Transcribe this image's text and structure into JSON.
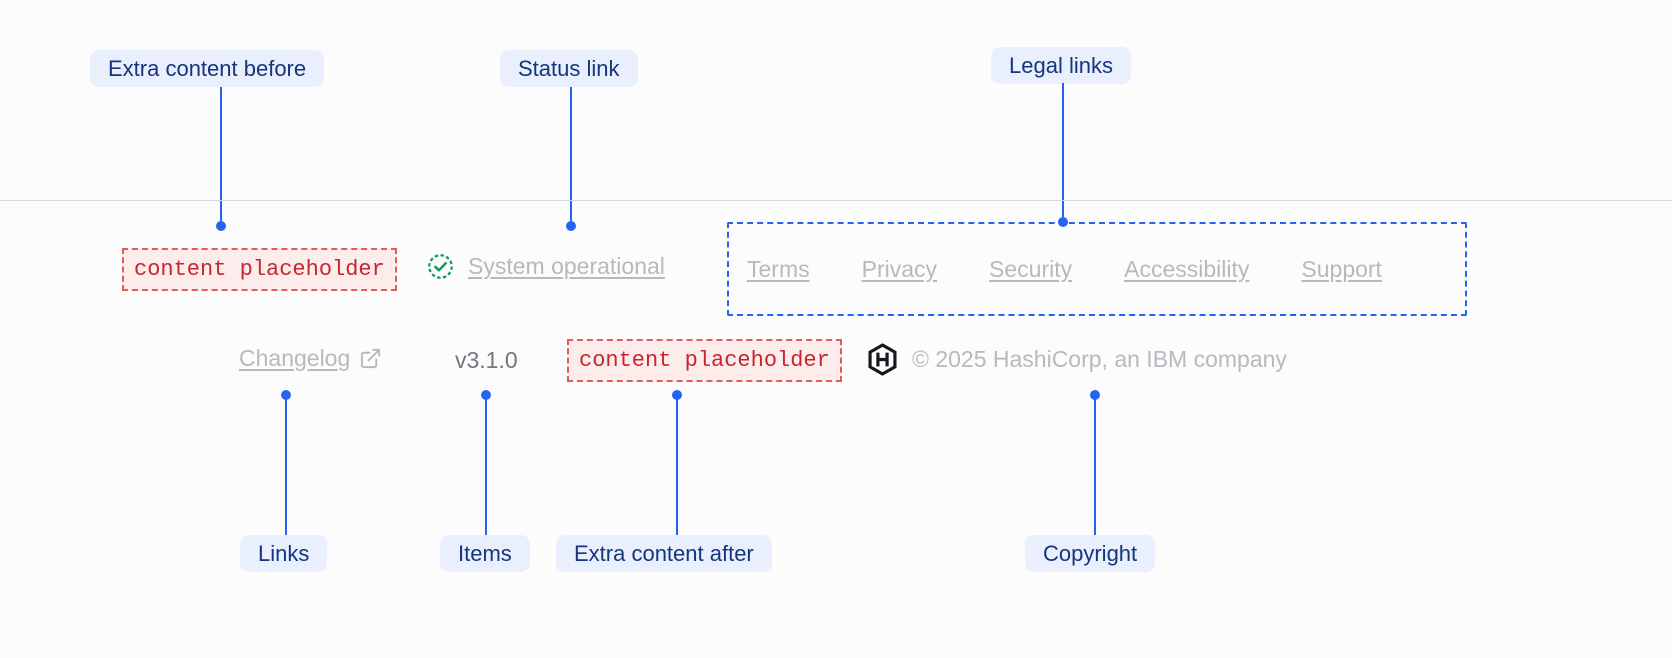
{
  "callouts": {
    "extra_content_before": "Extra content before",
    "status_link": "Status link",
    "legal_links": "Legal links",
    "links": "Links",
    "items": "Items",
    "extra_content_after": "Extra content after",
    "copyright": "Copyright"
  },
  "footer": {
    "extra_content_before": "content placeholder",
    "status": {
      "label": "System operational",
      "icon": "check-circle"
    },
    "legal_links": [
      "Terms",
      "Privacy",
      "Security",
      "Accessibility",
      "Support"
    ],
    "links": [
      {
        "label": "Changelog",
        "icon": "external-link"
      }
    ],
    "version": "v3.1.0",
    "extra_content_after": "content placeholder",
    "logo": "hashicorp",
    "copyright": "© 2025 HashiCorp, an IBM company"
  },
  "colors": {
    "accent_blue": "#2563f0",
    "pill_background": "#e9effd",
    "pill_text": "#15357d",
    "muted_gray": "#b6b9be",
    "placeholder_red": "#c7262d",
    "success_green": "#0a9e52"
  }
}
